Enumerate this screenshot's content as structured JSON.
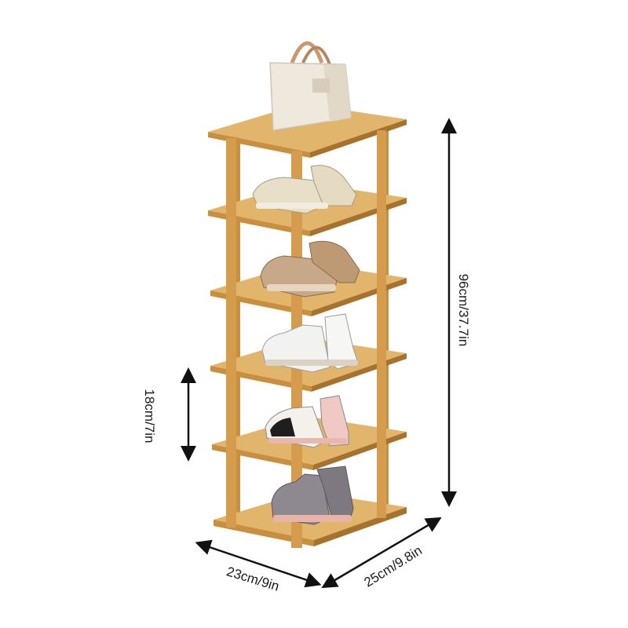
{
  "image": {
    "subject": "six-tier-bamboo-shoe-rack",
    "colors": {
      "bamboo_top": "#E2B56C",
      "bamboo_side": "#C98E3E",
      "bamboo_dark": "#A8722C",
      "arrow": "#111111",
      "background": "#FFFFFF",
      "bag": "#EFE8DC",
      "bag_handle": "#C99A72"
    }
  },
  "dimensions": {
    "height": "96cm/37.7in",
    "tier_gap": "18cm/7in",
    "width": "23cm/9in",
    "depth": "25cm/9.8in"
  }
}
